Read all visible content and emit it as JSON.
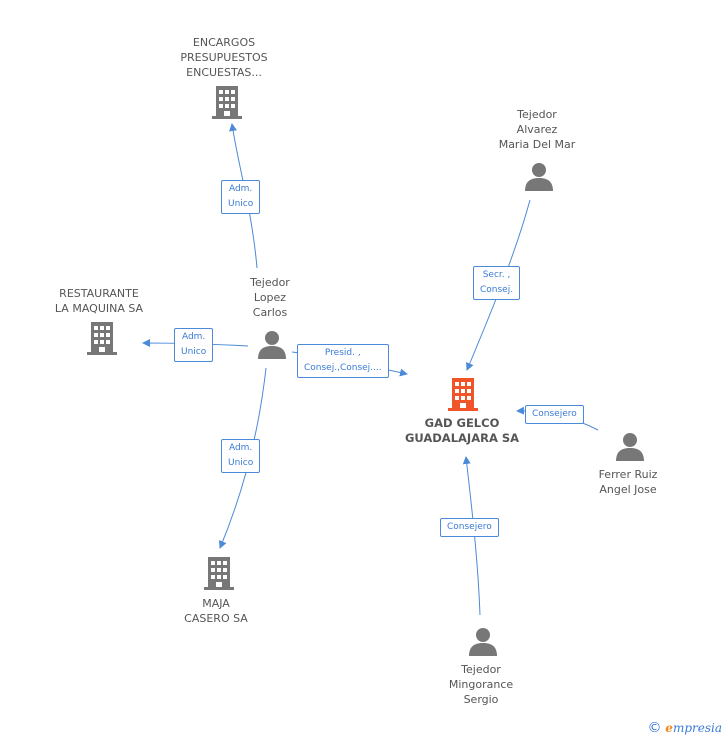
{
  "colors": {
    "edge": "#4a8ad8",
    "node": "#777777",
    "main_node": "#f0552a",
    "label": "#555555"
  },
  "nodes": {
    "encargos": {
      "icon": "building-icon",
      "lines": [
        "ENCARGOS",
        "PRESUPUESTOS",
        "ENCUESTAS..."
      ]
    },
    "restaurante": {
      "icon": "building-icon",
      "lines": [
        "RESTAURANTE",
        "LA MAQUINA SA"
      ]
    },
    "maja": {
      "icon": "building-icon",
      "lines": [
        "MAJA",
        "CASERO SA"
      ]
    },
    "gad": {
      "icon": "building-icon",
      "lines": [
        "GAD GELCO",
        "GUADALAJARA SA"
      ]
    },
    "carlos": {
      "icon": "person-icon",
      "lines": [
        "Tejedor",
        "Lopez",
        "Carlos"
      ]
    },
    "mariadelmar": {
      "icon": "person-icon",
      "lines": [
        "Tejedor",
        "Alvarez",
        "Maria Del Mar"
      ]
    },
    "ferrer": {
      "icon": "person-icon",
      "lines": [
        "Ferrer Ruiz",
        "Angel Jose"
      ]
    },
    "sergio": {
      "icon": "person-icon",
      "lines": [
        "Tejedor",
        "Mingorance",
        "Sergio"
      ]
    }
  },
  "relations": {
    "carlos_encargos": [
      "Adm.",
      "Unico"
    ],
    "carlos_restaurante": [
      "Adm.",
      "Unico"
    ],
    "carlos_maja": [
      "Adm.",
      "Unico"
    ],
    "carlos_gad": [
      "Presid. ,",
      "Consej.,Consej...."
    ],
    "mariadelmar_gad": [
      "Secr. ,",
      "Consej."
    ],
    "ferrer_gad": [
      "Consejero"
    ],
    "sergio_gad": [
      "Consejero"
    ]
  },
  "footer": {
    "copyright": "©",
    "brand_initial": "e",
    "brand_rest": "mpresia"
  }
}
